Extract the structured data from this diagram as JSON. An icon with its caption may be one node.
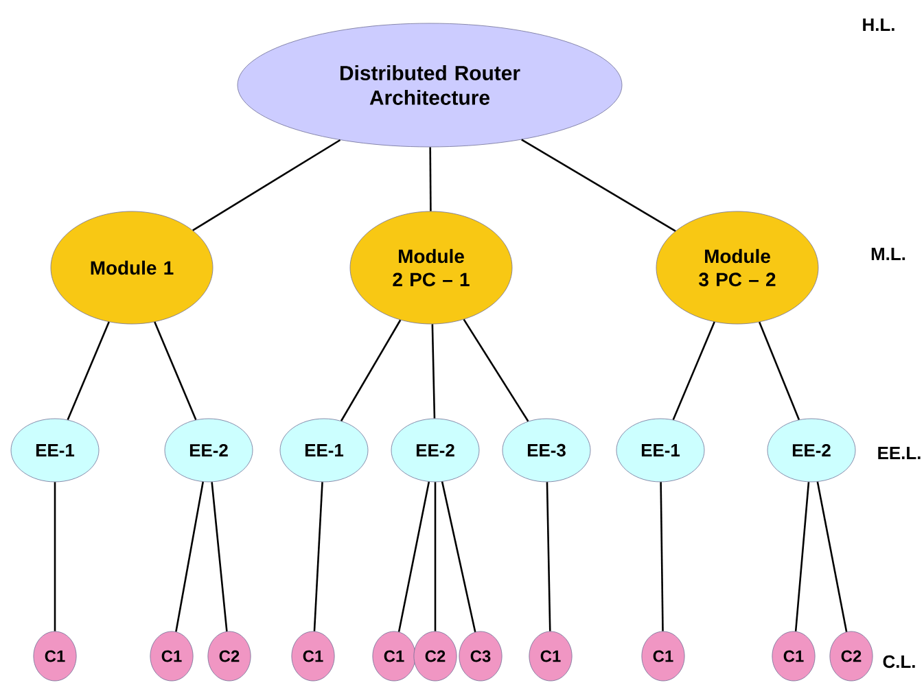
{
  "diagram": {
    "nodes": [
      {
        "text": [
          "Distributed Router Architecture"
        ]
      },
      {
        "text": [
          "Module 1"
        ]
      },
      {
        "text": [
          "Module 2 PC – 1"
        ]
      },
      {
        "text": [
          "Module 3 PC – 2"
        ]
      },
      {
        "text": [
          "EE-1"
        ]
      },
      {
        "text": [
          "EE-2"
        ]
      },
      {
        "text": [
          "EE-1"
        ]
      },
      {
        "text": [
          "EE-2"
        ]
      },
      {
        "text": [
          "EE-3"
        ]
      },
      {
        "text": [
          "EE-1"
        ]
      },
      {
        "text": [
          "EE-2"
        ]
      },
      {
        "text": [
          "C1"
        ]
      },
      {
        "text": [
          "C1"
        ]
      },
      {
        "text": [
          "C2"
        ]
      },
      {
        "text": [
          "C1"
        ]
      },
      {
        "text": [
          "C1"
        ]
      },
      {
        "text": [
          "C2"
        ]
      },
      {
        "text": [
          "C3"
        ]
      },
      {
        "text": [
          "C1"
        ]
      },
      {
        "text": [
          "C1"
        ]
      },
      {
        "text": [
          "C1"
        ]
      },
      {
        "text": [
          "C2"
        ]
      }
    ],
    "edges": [
      {
        "from": 0,
        "to": 1,
        "arrow": "none"
      },
      {
        "from": 0,
        "to": 2,
        "arrow": "none"
      },
      {
        "from": 0,
        "to": 3,
        "arrow": "none"
      },
      {
        "from": 1,
        "to": 4,
        "arrow": "none"
      },
      {
        "from": 1,
        "to": 5,
        "arrow": "none"
      },
      {
        "from": 2,
        "to": 6,
        "arrow": "none"
      },
      {
        "from": 2,
        "to": 7,
        "arrow": "none"
      },
      {
        "from": 2,
        "to": 8,
        "arrow": "none"
      },
      {
        "from": 3,
        "to": 9,
        "arrow": "none"
      },
      {
        "from": 3,
        "to": 10,
        "arrow": "none"
      },
      {
        "from": 4,
        "to": 11,
        "arrow": "none"
      },
      {
        "from": 5,
        "to": 12,
        "arrow": "none"
      },
      {
        "from": 5,
        "to": 13,
        "arrow": "none"
      },
      {
        "from": 6,
        "to": 14,
        "arrow": "none"
      },
      {
        "from": 7,
        "to": 15,
        "arrow": "none"
      },
      {
        "from": 7,
        "to": 16,
        "arrow": "none"
      },
      {
        "from": 7,
        "to": 17,
        "arrow": "none"
      },
      {
        "from": 8,
        "to": 18,
        "arrow": "none"
      },
      {
        "from": 9,
        "to": 19,
        "arrow": "none"
      },
      {
        "from": 10,
        "to": 20,
        "arrow": "none"
      },
      {
        "from": 10,
        "to": 21,
        "arrow": "none"
      }
    ],
    "labels": [
      "H.L.",
      "M.L.",
      "EE.L.",
      "C.L."
    ]
  }
}
